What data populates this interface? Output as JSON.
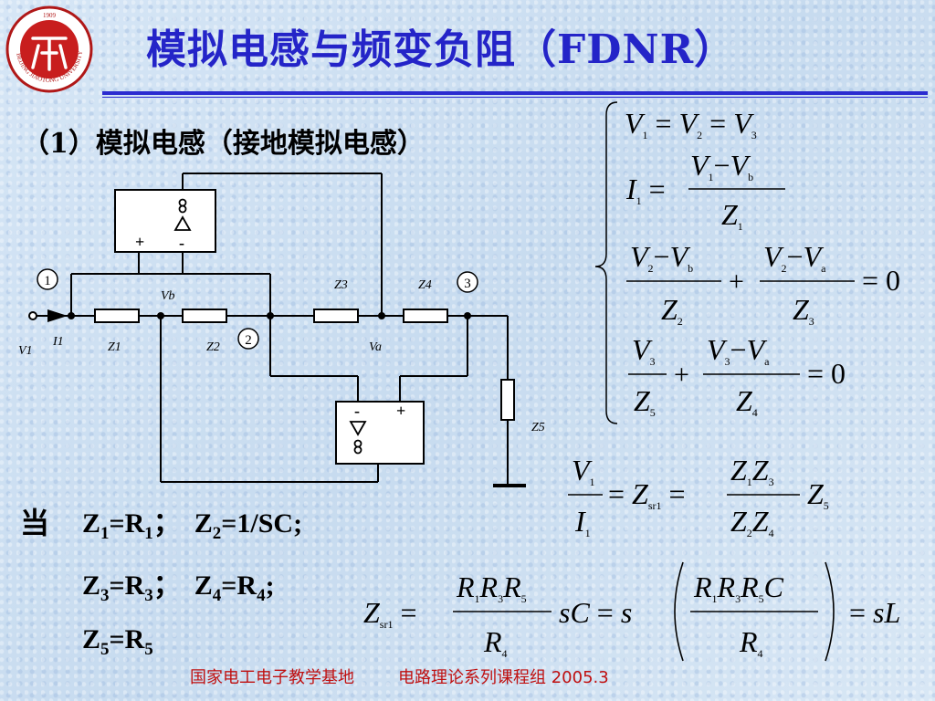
{
  "title": "模拟电感与频变负阻（FDNR）",
  "logo": {
    "year": "1909",
    "ring_text": "BEIJING JIAOTONG UNIVERSITY"
  },
  "subheading": "（1）模拟电感（接地模拟电感）",
  "circuit": {
    "nodes": [
      "1",
      "2",
      "3"
    ],
    "labels": {
      "v1": "V1",
      "i1": "I1",
      "vb": "Vb",
      "va": "Va",
      "z1": "Z1",
      "z2": "Z2",
      "z3": "Z3",
      "z4": "Z4",
      "z5": "Z5"
    },
    "opamp_plus": "+",
    "opamp_minus": "−",
    "opamp_minus_short": "-"
  },
  "conditions": {
    "when": "当",
    "line1": {
      "a": "Z",
      "a_sub": "1",
      "a_eq": "=R",
      "a_eq_sub": "1",
      "a_tail": "；",
      "b": "Z",
      "b_sub": "2",
      "b_eq": "=1/SC;"
    },
    "line2": {
      "a": "Z",
      "a_sub": "3",
      "a_eq": "=R",
      "a_eq_sub": "3",
      "a_tail": "；",
      "b": "Z",
      "b_sub": "4",
      "b_eq": "=R",
      "b_eq_sub": "4",
      "b_tail": ";"
    },
    "line3": {
      "a": "Z",
      "a_sub": "5",
      "a_eq": "=R",
      "a_eq_sub": "5"
    }
  },
  "equations": {
    "eq1": "V1 = V2 = V3",
    "eq2": "I1 = (V1 − Vb) / Z1",
    "eq3": "(V2 − Vb)/Z2 + (V2 − Va)/Z3 = 0",
    "eq4": "V3/Z5 + (V3 − Va)/Z4 = 0",
    "eq5": "V1/I1 = Zsr1 = Z1Z3/(Z2Z4) Z5",
    "eq6": "Zsr1 = R1R3R5/R4 sC = s(R1R3R5C/R4) = sL"
  },
  "footer": {
    "left": "国家电工电子教学基地",
    "right": "电路理论系列课程组 2005.3"
  }
}
